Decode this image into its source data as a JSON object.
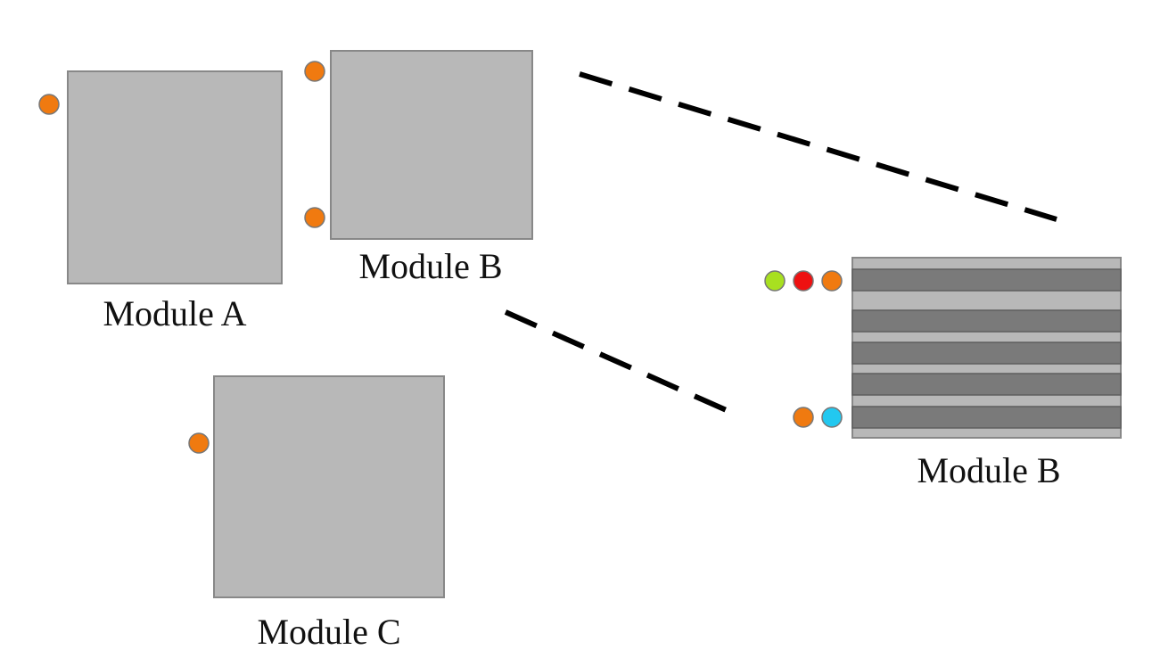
{
  "colors": {
    "module_fill": "#b8b8b8",
    "module_border": "#888888",
    "stripe_dark": "#7a7a7a",
    "port_orange": "#f07a10",
    "port_green": "#a8e020",
    "port_red": "#ee1111",
    "port_cyan": "#22c8f0",
    "connector": "#000000"
  },
  "modules": {
    "a": {
      "label": "Module A",
      "ports": [
        "port_orange"
      ]
    },
    "b": {
      "label": "Module B",
      "ports": [
        "port_orange",
        "port_orange"
      ]
    },
    "c": {
      "label": "Module C",
      "ports": [
        "port_orange"
      ]
    },
    "b_detail": {
      "label": "Module B",
      "top_ports": [
        "port_green",
        "port_red",
        "port_orange"
      ],
      "bottom_ports": [
        "port_orange",
        "port_cyan"
      ]
    }
  }
}
